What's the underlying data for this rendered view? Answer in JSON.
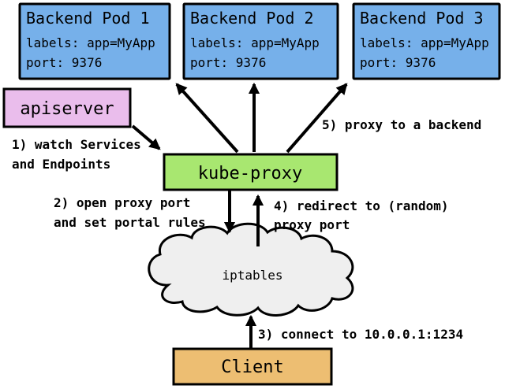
{
  "colors": {
    "pod_fill": "#76B0EA",
    "apiserver_fill": "#EABDEC",
    "kube_proxy_fill": "#A8E770",
    "client_fill": "#EDBE72",
    "cloud_fill": "#EFEFEF",
    "stroke": "#000000"
  },
  "pods": [
    {
      "title": "Backend Pod 1",
      "labels": "labels: app=MyApp",
      "port": "port: 9376"
    },
    {
      "title": "Backend Pod 2",
      "labels": "labels: app=MyApp",
      "port": "port: 9376"
    },
    {
      "title": "Backend Pod 3",
      "labels": "labels: app=MyApp",
      "port": "port: 9376"
    }
  ],
  "nodes": {
    "apiserver": "apiserver",
    "kube_proxy": "kube-proxy",
    "iptables": "iptables",
    "client": "Client"
  },
  "annotations": {
    "step1": {
      "line1": "1) watch Services",
      "line2": "and Endpoints"
    },
    "step2": {
      "line1": "2) open proxy port",
      "line2": "and set portal rules"
    },
    "step3": {
      "line1": "3) connect to 10.0.0.1:1234"
    },
    "step4": {
      "line1": "4) redirect to (random)",
      "line2": "proxy port"
    },
    "step5": {
      "line1": "5) proxy to a backend"
    }
  }
}
